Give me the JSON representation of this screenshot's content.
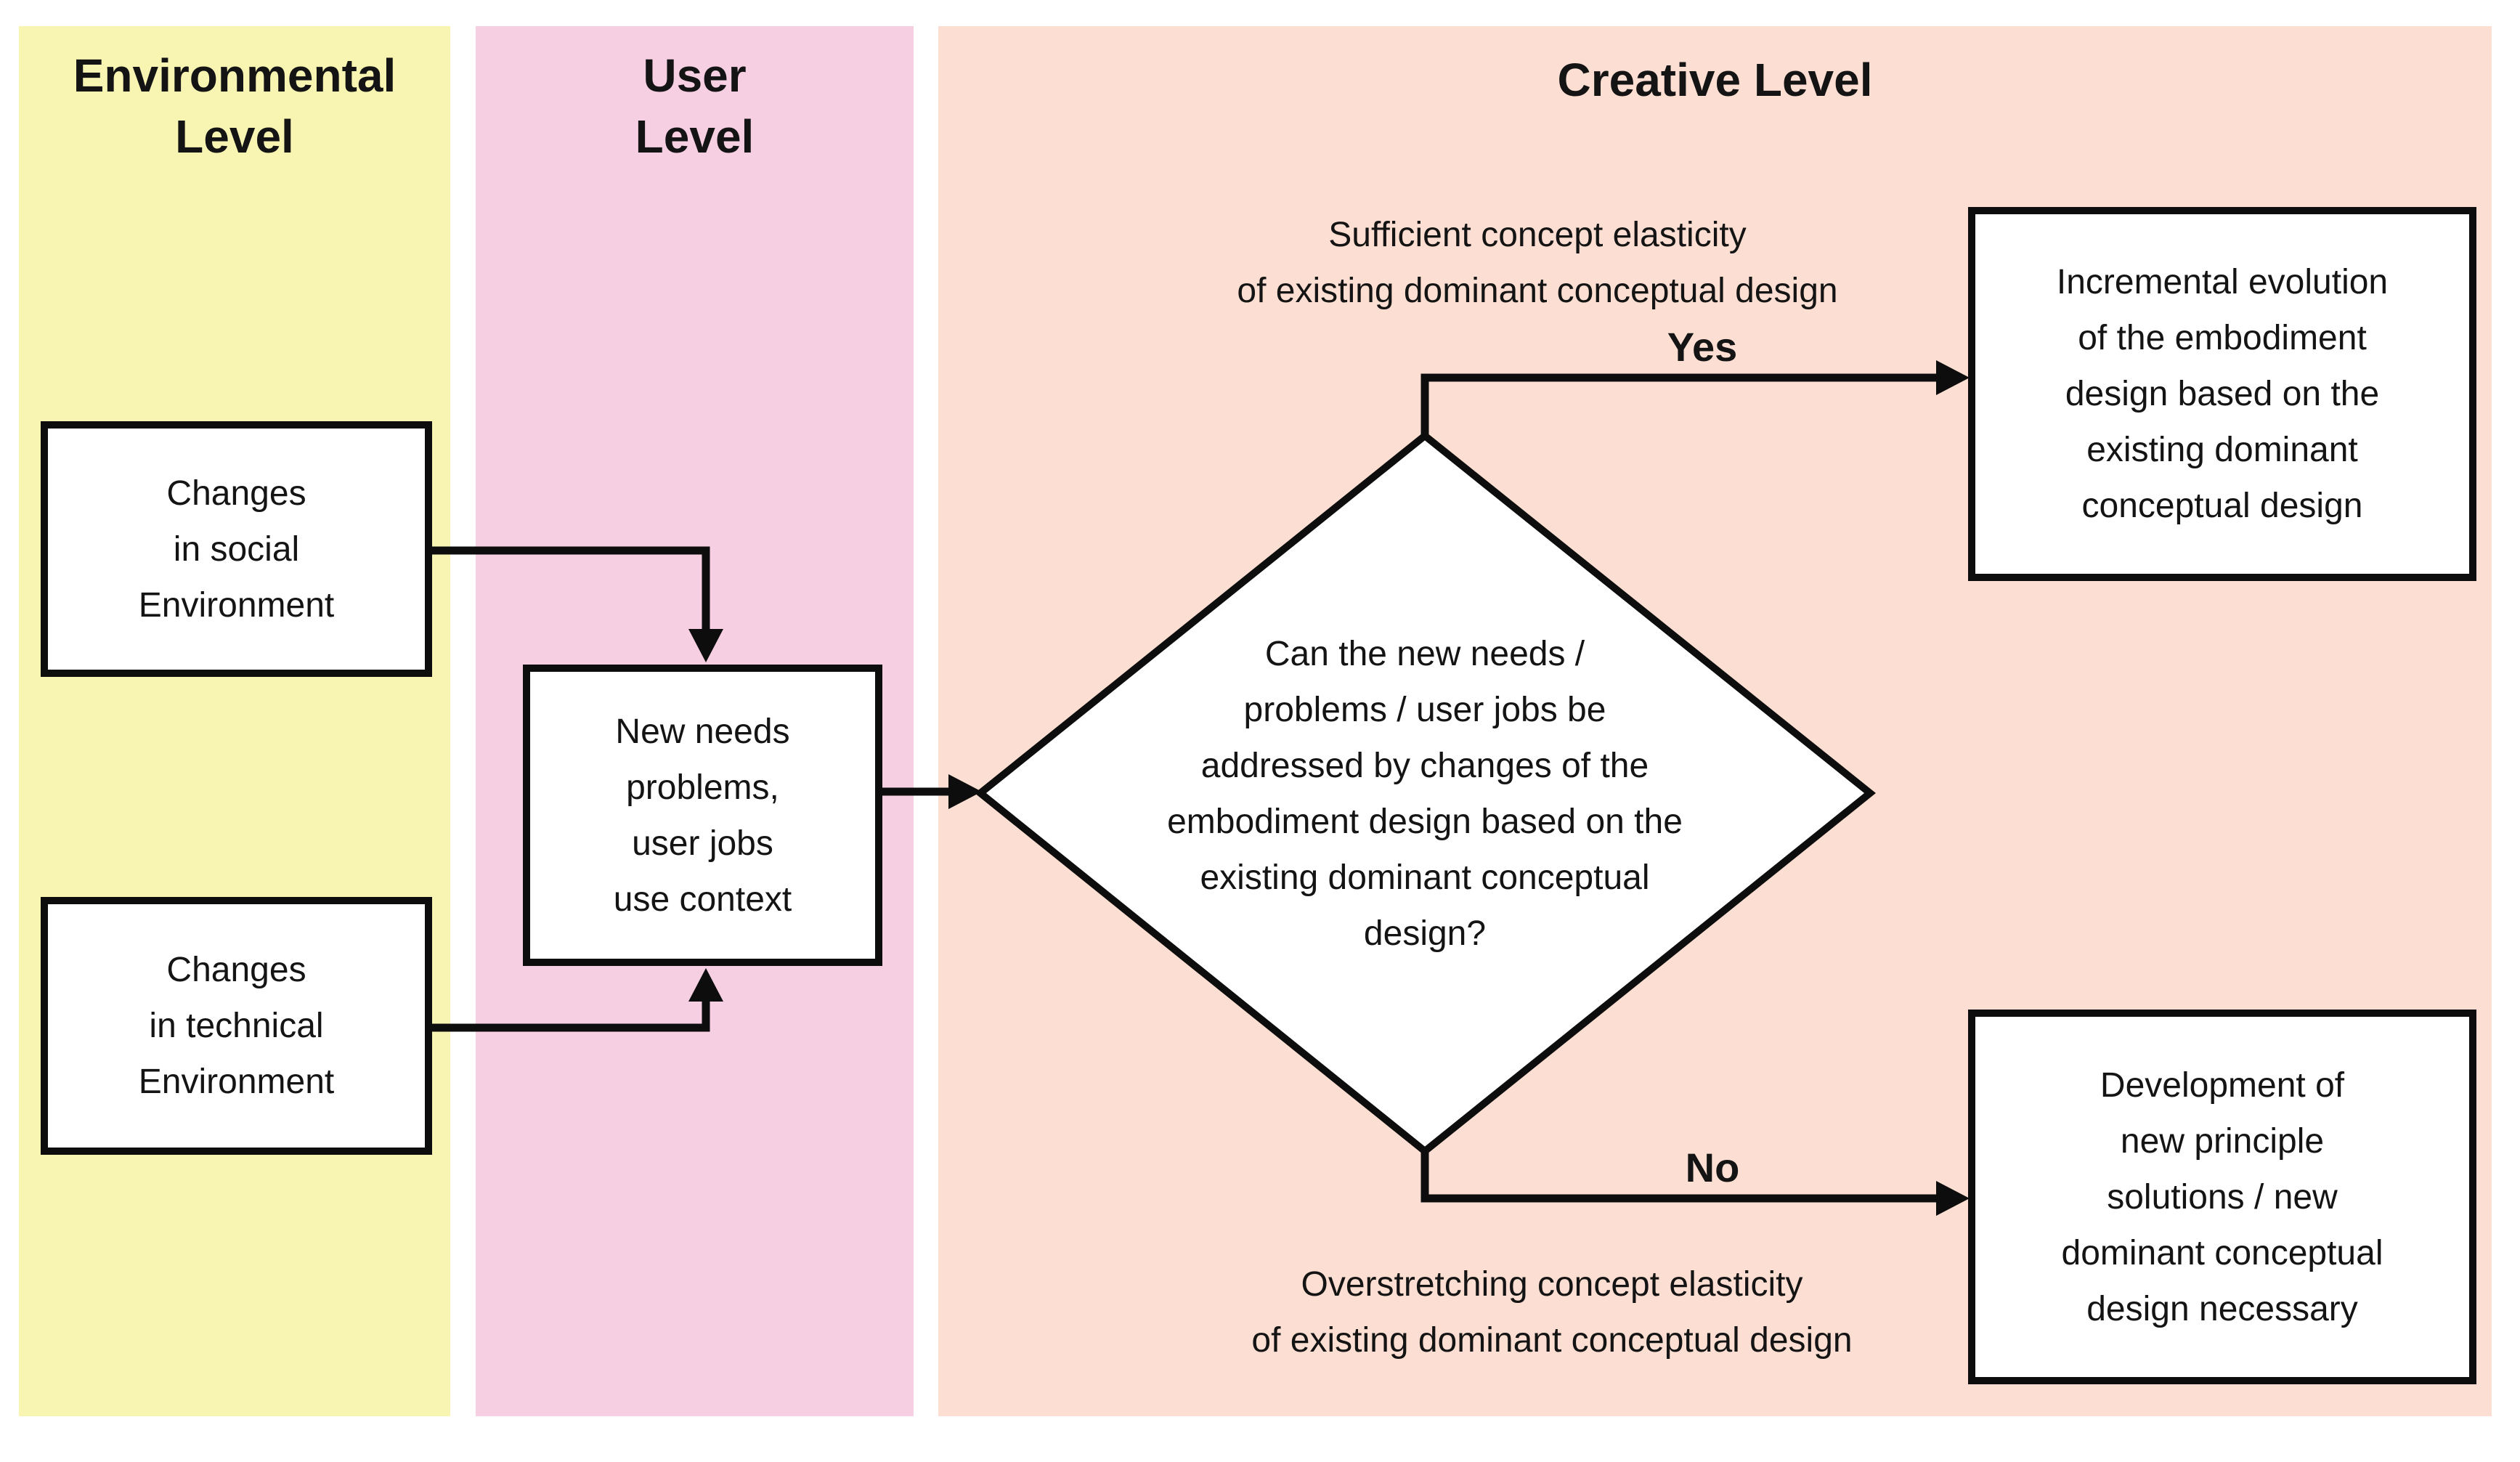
{
  "columns": {
    "environmental": {
      "title": "Environmental\nLevel",
      "color": "#f8f5b3"
    },
    "user": {
      "title": "User\nLevel",
      "color": "#f6cfe2"
    },
    "creative": {
      "title": "Creative Level",
      "color": "#fcdfd2"
    }
  },
  "boxes": {
    "social": {
      "text": "Changes\nin social\nEnvironment"
    },
    "technical": {
      "text": "Changes\nin technical\nEnvironment"
    },
    "needs": {
      "text": "New needs\nproblems,\nuser jobs\nuse context"
    },
    "incremental": {
      "text": "Incremental evolution\nof the embodiment\ndesign based on the\nexisting dominant\nconceptual design"
    },
    "development": {
      "text": "Development of\nnew principle\nsolutions / new\ndominant conceptual\ndesign necessary"
    }
  },
  "decision": {
    "text": "Can the new needs /\nproblems / user jobs be\naddressed by changes of the\nembodiment design based on the\nexisting dominant conceptual\ndesign?"
  },
  "annotations": {
    "sufficient": "Sufficient concept elasticity\nof existing dominant conceptual design",
    "overstretching": "Overstretching concept elasticity\nof existing dominant conceptual design",
    "yes_label": "Yes",
    "no_label": "No"
  },
  "colors": {
    "background": "#ffffff",
    "line": "#0d0d0d",
    "node_fill": "#ffffff",
    "environmental_band": "#f8f5b3",
    "user_band": "#f6cfe2",
    "creative_band": "#fcdfd2"
  }
}
